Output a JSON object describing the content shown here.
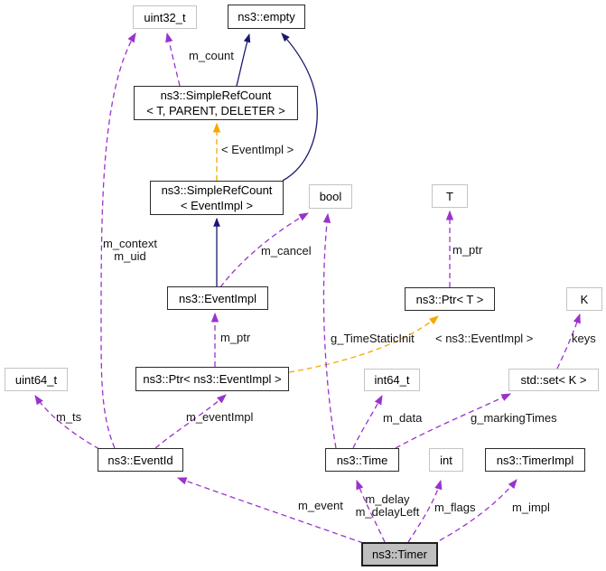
{
  "diagram": {
    "type": "doxygen-collaboration-graph",
    "focus_class": "ns3::Timer"
  },
  "nodes": {
    "uint32_t": "uint32_t",
    "empty": "ns3::empty",
    "simple_ref_count_generic": "ns3::SimpleRefCount\n< T, PARENT, DELETER >",
    "simple_ref_count_event_impl": "ns3::SimpleRefCount\n< EventImpl >",
    "bool": "bool",
    "t": "T",
    "event_impl": "ns3::EventImpl",
    "ptr_t": "ns3::Ptr< T >",
    "k": "K",
    "uint64_t": "uint64_t",
    "ptr_event_impl": "ns3::Ptr< ns3::EventImpl >",
    "int64_t": "int64_t",
    "std_set_k": "std::set< K >",
    "event_id": "ns3::EventId",
    "time": "ns3::Time",
    "int": "int",
    "timer_impl": "ns3::TimerImpl",
    "timer": "ns3::Timer"
  },
  "edge_labels": {
    "m_count": "m_count",
    "template_event_impl": "< EventImpl >",
    "m_context_m_uid": "m_context\nm_uid",
    "m_cancel": "m_cancel",
    "m_ptr_ptr_t": "m_ptr",
    "m_ptr_ptr_event_impl": "m_ptr",
    "g_time_static_init": "g_TimeStaticInit",
    "template_ns3_event_impl": "< ns3::EventImpl >",
    "keys": "keys",
    "m_ts": "m_ts",
    "m_event_impl": "m_eventImpl",
    "m_data": "m_data",
    "g_marking_times": "g_markingTimes",
    "m_event": "m_event",
    "m_delay_m_delay_left": "m_delay\nm_delayLeft",
    "m_flags": "m_flags",
    "m_impl": "m_impl"
  },
  "colors": {
    "inheritance_edge": "#191970",
    "member_edge": "#9a32cd",
    "template_edge": "#f6a800",
    "node_border": "#2a2a2a",
    "external_node_border": "#c4c4c4",
    "focus_node_fill": "#bfbfbf",
    "background": "#ffffff"
  }
}
